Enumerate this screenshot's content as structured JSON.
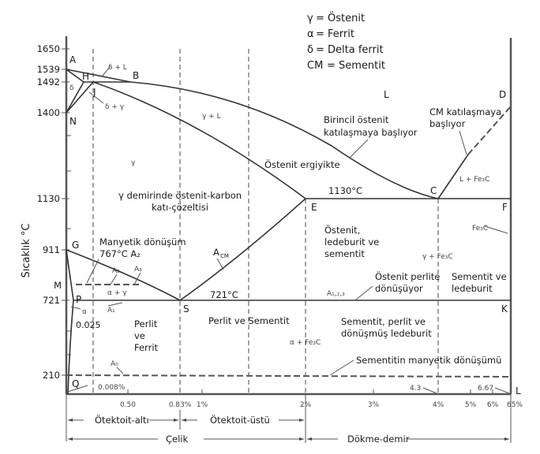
{
  "legend": [
    {
      "symbol": "γ",
      "meaning": "= Östenit"
    },
    {
      "symbol": "α",
      "meaning": "= Ferrit"
    },
    {
      "symbol": "δ",
      "meaning": "= Delta ferrit"
    },
    {
      "symbol": "CM",
      "meaning": "= Sementit"
    }
  ],
  "y_axis": {
    "label": "Sıcaklık °C",
    "ticks": [
      "1650",
      "1539",
      "1492",
      "1400",
      "1130",
      "911",
      "M",
      "721",
      "210"
    ]
  },
  "x_axis": {
    "ticks": [
      "0.50",
      "0.83%",
      "1%",
      "2%",
      "3%",
      "4%",
      "5%",
      "6%",
      "65%"
    ]
  },
  "points": {
    "A": "A",
    "B": "B",
    "H": "H",
    "J": "J",
    "N": "N",
    "D": "D",
    "C": "C",
    "E": "E",
    "F": "F",
    "G": "G",
    "P": "P",
    "S": "S",
    "K": "K",
    "Q": "Q",
    "L_end": "L"
  },
  "regions": {
    "delta_L": "δ + L",
    "delta": "δ",
    "delta_gamma": "δ + γ",
    "liquid": "L",
    "gamma_L": "γ + L",
    "gamma": "γ",
    "gamma_solution_1": "γ demirinde östenit-karbon",
    "gamma_solution_2": "katı-çözeltisi",
    "austenite_melt": "Östenit ergiyikte",
    "primary_1": "Birincil östenit",
    "primary_2": "katılaşmaya başlıyor",
    "cm_1": "CM katılaşmaya",
    "cm_2": "başlıyor",
    "l_fe3c": "L + Fe₃C",
    "eutectic_temp": "1130°C",
    "aus_led_1": "Östenit,",
    "aus_led_2": "ledeburit ve",
    "aus_led_3": "sementit",
    "fe3c": "Fe₃C",
    "gamma_fe3c": "γ + Fe₃C",
    "perlite_1": "Östenit perlite",
    "perlite_2": "dönüşüyor",
    "a123": "A₁,₂,₃",
    "sem_led_1": "Sementit ve",
    "sem_led_2": "ledeburit",
    "magnetic_1": "Manyetik dönüşüm",
    "magnetic_2": "767°C A₂",
    "a2": "A₂",
    "a3": "A₃",
    "acm": "A",
    "acm_sub": "CM",
    "alpha_gamma": "α + γ",
    "eutectoid_temp": "721°C",
    "a1": "A₁",
    "alpha": "α",
    "p_val": "0.025",
    "perlit_ferrit_1": "Perlit",
    "perlit_ferrit_2": "ve",
    "perlit_ferrit_3": "Ferrit",
    "perlit_sementit": "Perlit ve Sementit",
    "alpha_fe3c": "α + Fe₃C",
    "sem_perlit_1": "Sementit, perlit ve",
    "sem_perlit_2": "dönüşmüş ledeburit",
    "a0": "A₀",
    "cem_magnetic": "Sementitin manyetik dönüşümü",
    "q_val": "0.008%",
    "c_val": "4.3",
    "l_val": "6.67"
  },
  "bottom_labels": {
    "hypoeutectoid": "Ötektoit-altı",
    "hypereutectoid": "Ötektoit-üstü",
    "steel": "Çelik",
    "cast_iron": "Dökme-demir"
  }
}
